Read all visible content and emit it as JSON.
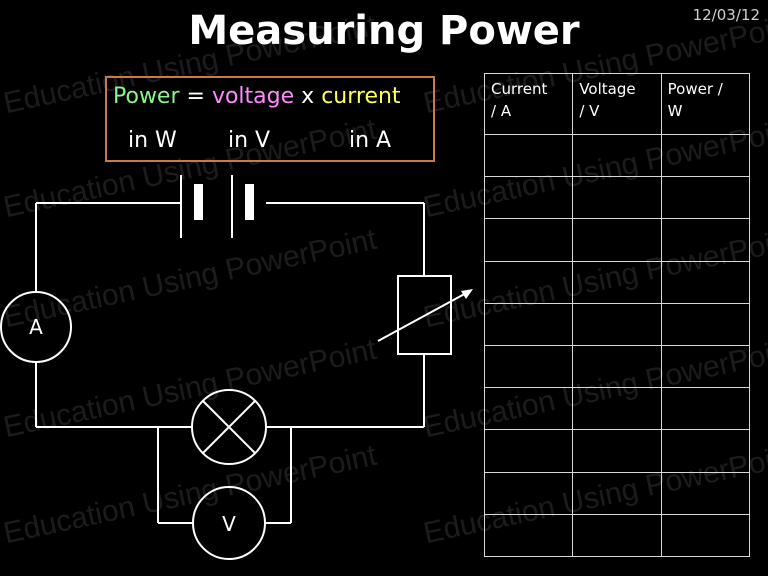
{
  "date": "12/03/12",
  "title": "Measuring Power",
  "watermark": "Education Using PowerPoint",
  "formula": {
    "power": "Power",
    "eq": "=",
    "voltage": "voltage",
    "times": "x",
    "current": "current",
    "units": {
      "power": "in W",
      "voltage": "in V",
      "current": "in A"
    }
  },
  "circuit": {
    "ammeter_label": "A",
    "voltmeter_label": "V"
  },
  "table": {
    "headers": [
      {
        "line1": "Current",
        "line2": "/ A"
      },
      {
        "line1": "Voltage",
        "line2": "/ V"
      },
      {
        "line1": "Power /",
        "line2": "W"
      }
    ],
    "rows": [
      [
        "",
        "",
        ""
      ],
      [
        "",
        "",
        ""
      ],
      [
        "",
        "",
        ""
      ],
      [
        "",
        "",
        ""
      ],
      [
        "",
        "",
        ""
      ],
      [
        "",
        "",
        ""
      ],
      [
        "",
        "",
        ""
      ],
      [
        "",
        "",
        ""
      ],
      [
        "",
        "",
        ""
      ],
      [
        "",
        "",
        ""
      ]
    ]
  },
  "colors": {
    "power": "#8cf58c",
    "voltage": "#ff8aff",
    "current": "#ffff55",
    "box_border": "#c87a4a"
  }
}
